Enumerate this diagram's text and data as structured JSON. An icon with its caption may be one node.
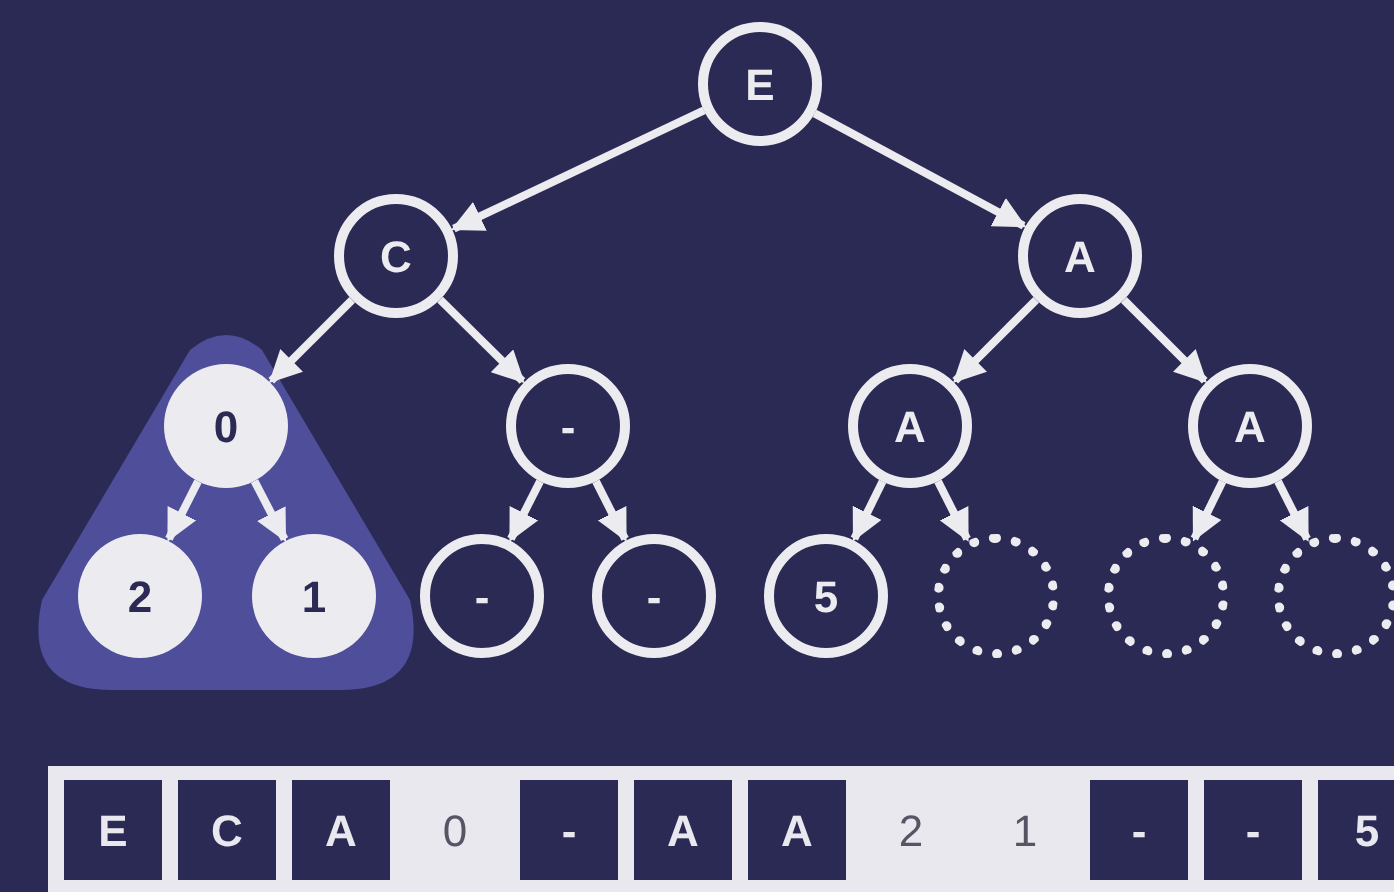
{
  "diagram": {
    "nodes": [
      {
        "text": [
          "E"
        ]
      },
      {
        "text": [
          "C"
        ]
      },
      {
        "text": [
          "A"
        ]
      },
      {
        "text": [
          "0"
        ]
      },
      {
        "text": [
          "-"
        ]
      },
      {
        "text": [
          "A"
        ]
      },
      {
        "text": [
          "A"
        ]
      },
      {
        "text": [
          "2"
        ]
      },
      {
        "text": [
          "1"
        ]
      },
      {
        "text": [
          "-"
        ]
      },
      {
        "text": [
          "-"
        ]
      },
      {
        "text": [
          "5"
        ]
      },
      {
        "text": [],
        "shape": "circle"
      },
      {
        "text": [],
        "shape": "circle"
      },
      {
        "text": [],
        "shape": "circle"
      }
    ],
    "edges": [
      {
        "from": 0,
        "to": 1,
        "arrow": "to"
      },
      {
        "from": 0,
        "to": 2,
        "arrow": "to"
      },
      {
        "from": 1,
        "to": 3,
        "arrow": "to"
      },
      {
        "from": 1,
        "to": 4,
        "arrow": "to"
      },
      {
        "from": 2,
        "to": 5,
        "arrow": "to"
      },
      {
        "from": 2,
        "to": 6,
        "arrow": "to"
      },
      {
        "from": 3,
        "to": 7,
        "arrow": "to"
      },
      {
        "from": 3,
        "to": 8,
        "arrow": "to"
      },
      {
        "from": 4,
        "to": 9,
        "arrow": "to"
      },
      {
        "from": 4,
        "to": 10,
        "arrow": "to"
      },
      {
        "from": 5,
        "to": 11,
        "arrow": "to"
      },
      {
        "from": 5,
        "to": 12,
        "arrow": "to"
      },
      {
        "from": 6,
        "to": 13,
        "arrow": "to"
      },
      {
        "from": 6,
        "to": 14,
        "arrow": "to"
      }
    ],
    "labels": [
      "E",
      "C",
      "A",
      "0",
      "-",
      "A",
      "A",
      "2",
      "1",
      "-",
      "-",
      "5"
    ]
  }
}
